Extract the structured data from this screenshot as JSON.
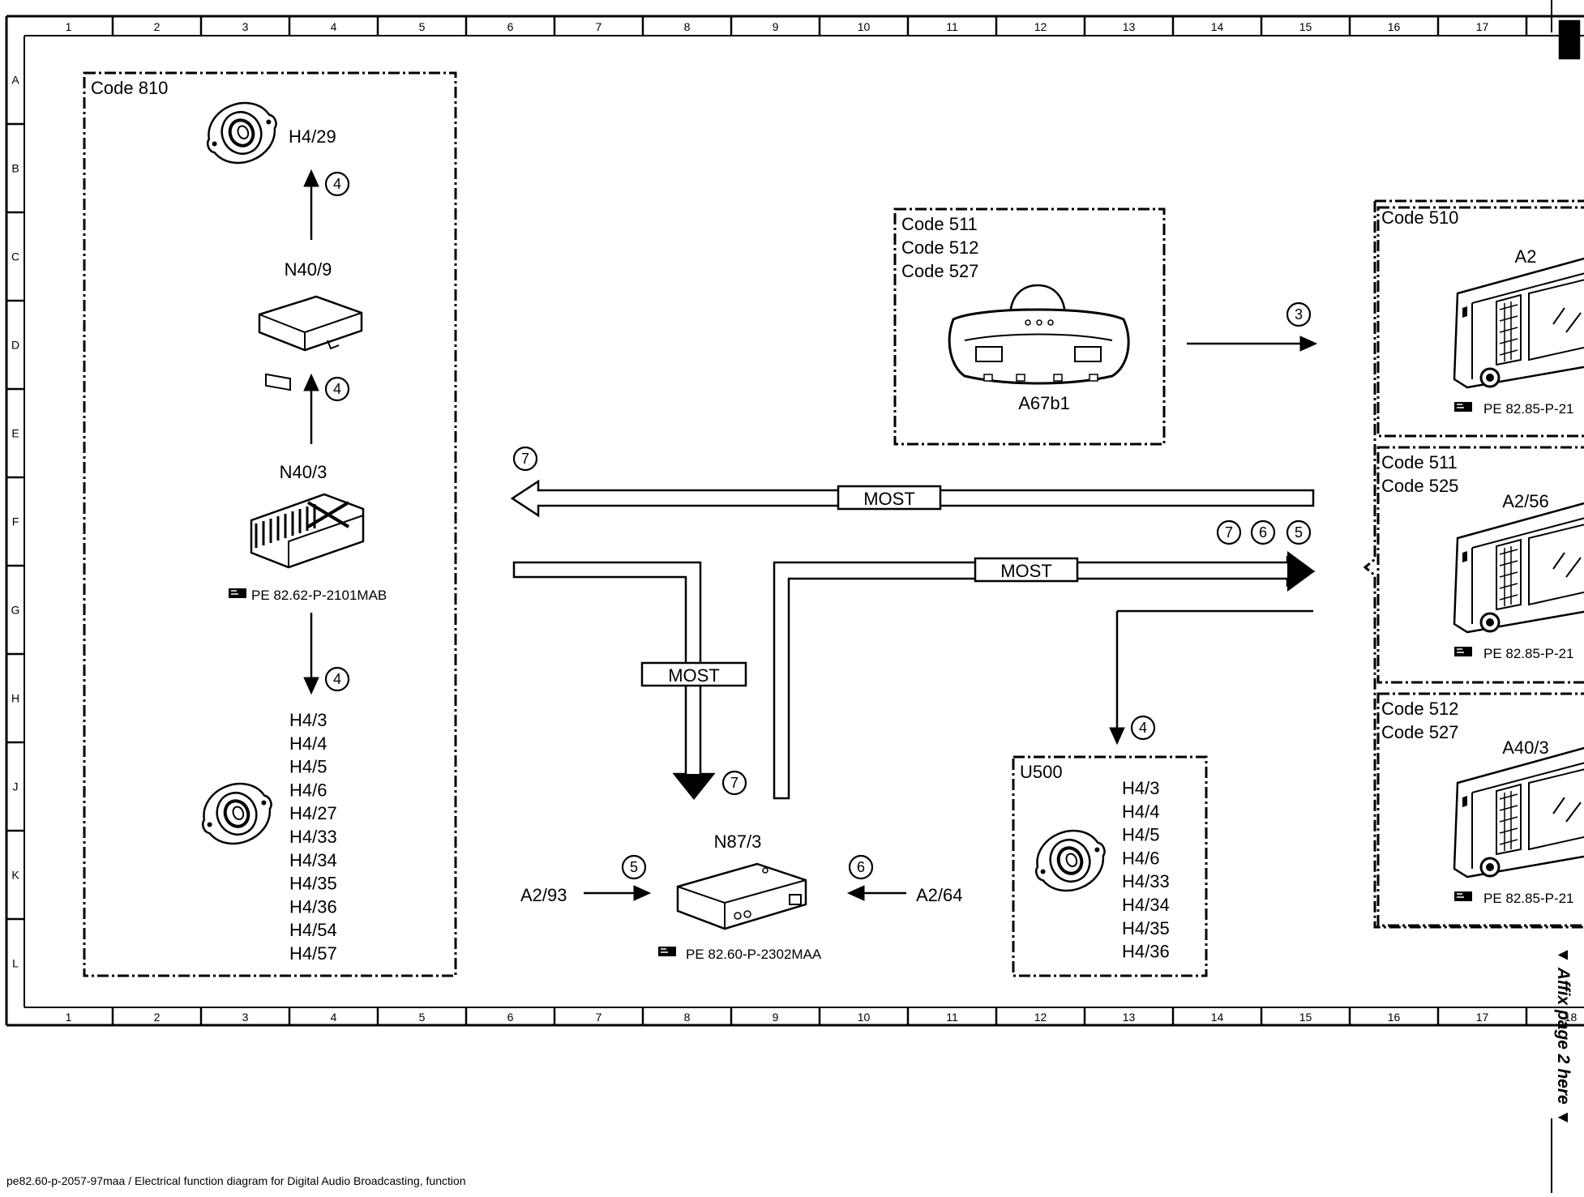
{
  "grid": {
    "columns": [
      "1",
      "2",
      "3",
      "4",
      "5",
      "6",
      "7",
      "8",
      "9",
      "10",
      "11",
      "12",
      "13",
      "14",
      "15",
      "16",
      "17",
      "18"
    ],
    "rows": [
      "A",
      "B",
      "C",
      "D",
      "E",
      "F",
      "G",
      "H",
      "J",
      "K",
      "L"
    ]
  },
  "groups": {
    "code810": "Code 810",
    "mirror_codes": [
      "Code 511",
      "Code 512",
      "Code 527"
    ],
    "right_top": "Code 510",
    "right_mid": [
      "Code 511",
      "Code 525"
    ],
    "right_bot": [
      "Code 512",
      "Code 527"
    ],
    "u500": "U500"
  },
  "components": {
    "h4_29": "H4/29",
    "n40_9": "N40/9",
    "n40_3": "N40/3",
    "n40_3_ref": "PE 82.62-P-2101MAB",
    "speaker_list_left": [
      "H4/3",
      "H4/4",
      "H4/5",
      "H4/6",
      "H4/27",
      "H4/33",
      "H4/34",
      "H4/35",
      "H4/36",
      "H4/54",
      "H4/57"
    ],
    "a67b1": "A67b1",
    "n87_3": "N87/3",
    "n87_3_ref": "PE 82.60-P-2302MAA",
    "a2_93": "A2/93",
    "a2_64": "A2/64",
    "speaker_list_u500": [
      "H4/3",
      "H4/4",
      "H4/5",
      "H4/6",
      "H4/33",
      "H4/34",
      "H4/35",
      "H4/36"
    ],
    "a2": "A2",
    "a2_56": "A2/56",
    "a40_3": "A40/3",
    "right_ref": "PE 82.85-P-21"
  },
  "circled_numbers": {
    "n4": "4",
    "n3": "3",
    "n7": "7",
    "n6": "6",
    "n5": "5"
  },
  "bus_label": "MOST",
  "side_note": "▼ Affix page 2 here ▼",
  "footer": "pe82.60-p-2057-97maa / Electrical function diagram for Digital Audio Broadcasting, function"
}
